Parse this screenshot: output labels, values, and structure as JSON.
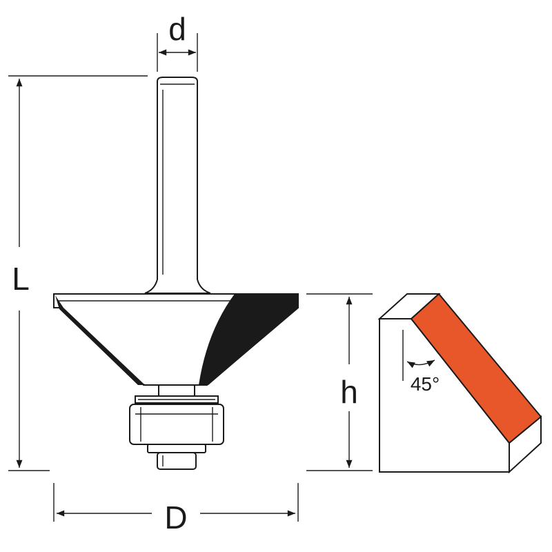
{
  "labels": {
    "shank_diameter": "d",
    "overall_length": "L",
    "cutting_height": "h",
    "cutting_diameter": "D",
    "chamfer_angle": "45°"
  },
  "colors": {
    "ink": "#1a1a1a",
    "carbide": "#1a1a1a",
    "cut_face": "#e8572a",
    "background": "#ffffff"
  }
}
